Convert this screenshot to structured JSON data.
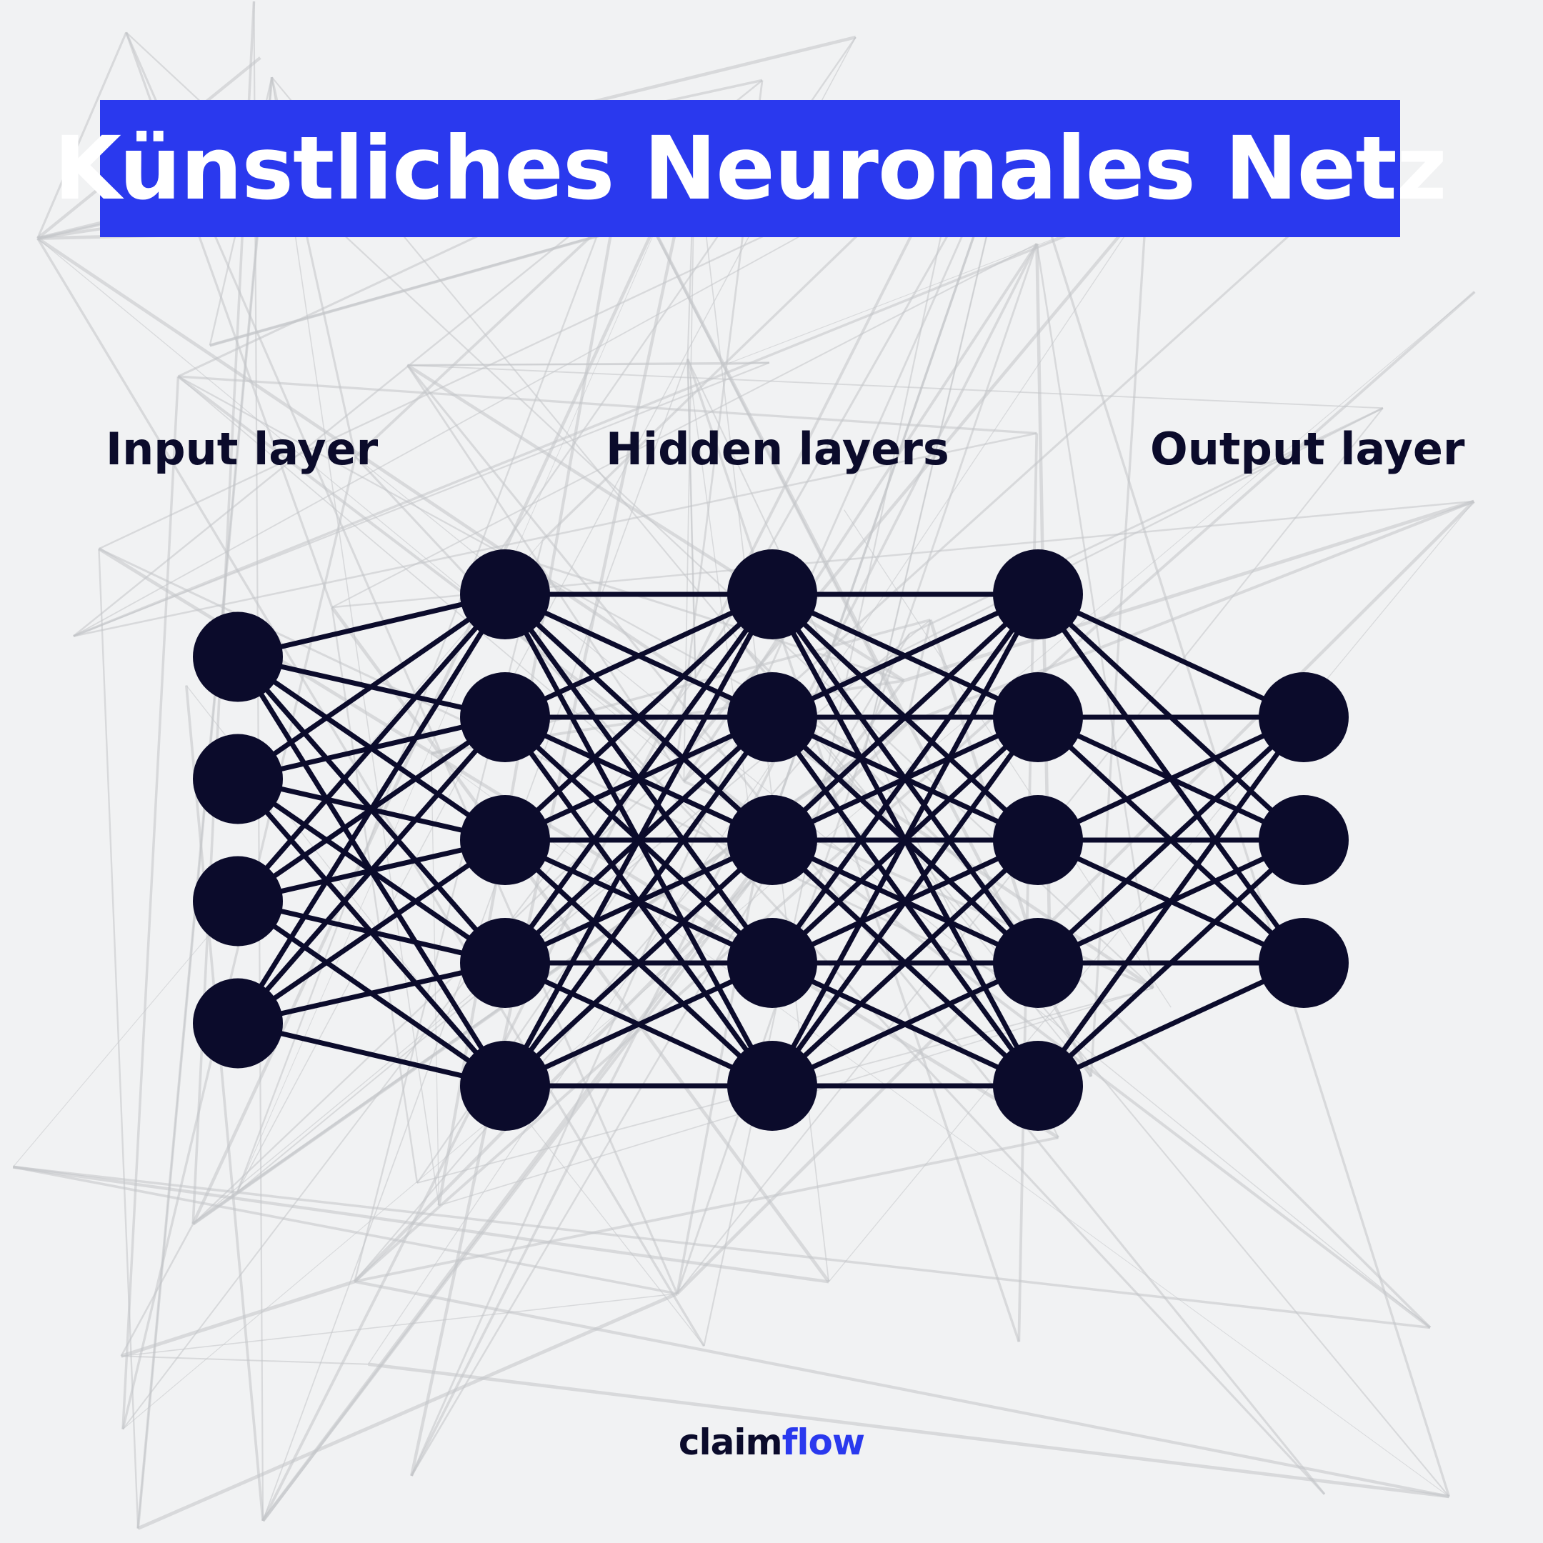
{
  "title": "Künstliches Neuronales Netz",
  "labels": {
    "input": "Input layer",
    "hidden": "Hidden layers",
    "output": "Output layer"
  },
  "layers": [
    {
      "name": "input",
      "nodes": 4
    },
    {
      "name": "hidden-1",
      "nodes": 5
    },
    {
      "name": "hidden-2",
      "nodes": 5
    },
    {
      "name": "hidden-3",
      "nodes": 5
    },
    {
      "name": "output",
      "nodes": 3
    }
  ],
  "logo": {
    "part1": "claim",
    "part2": "flow"
  },
  "colors": {
    "title_bg": "#2a39ee",
    "title_text": "#ffffff",
    "node": "#0b0b2b",
    "edge": "#0b0b2b",
    "background": "#f1f2f3",
    "logo_accent": "#2a39ee"
  }
}
